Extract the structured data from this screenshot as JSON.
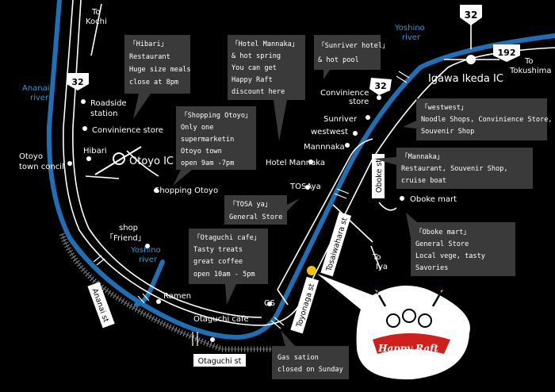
{
  "rivers": {
    "yoshino_top": [
      "Yoshino",
      "river"
    ],
    "ananai": [
      "Ananai",
      "river"
    ],
    "yoshino_mid": [
      "Yoshino",
      "river"
    ]
  },
  "directions": {
    "kochi": [
      "To",
      "Kochi"
    ],
    "tokushima": [
      "To",
      "Tokushima"
    ],
    "iya": [
      "To",
      "Iya"
    ]
  },
  "route_numbers": {
    "r32_top": "32",
    "r192": "192",
    "r32_mid": "32",
    "r32_left": "32"
  },
  "interchanges": {
    "ikeda": "Igawa Ikeda IC",
    "otoyo": "Otoyo IC"
  },
  "places": {
    "roadside_station": [
      "Roadside",
      "station"
    ],
    "convenience_left": "Convinience store",
    "hibari": "Hibari",
    "otoyo_council": [
      "Otoyo",
      "town concil"
    ],
    "shopping_otoyo": "Shopping Otoyo",
    "hotel_mannaka": "Hotel Mannaka",
    "convenience_right": [
      "Convinience",
      "store"
    ],
    "sunriver": "Sunriver",
    "westwest": "westwest",
    "mannaka": "Mannnaka",
    "tosaya": "TOSAya",
    "oboke_mart": "Oboke mart",
    "shop_friend": [
      "shop",
      "「Friend」"
    ],
    "ramen": "Ramen",
    "otaguchi_cafe": "Otaguchi cafe",
    "gs": "GS"
  },
  "streets": {
    "oboke": "Oboke st",
    "tosaiwahara": "Tosaiwahara st",
    "toyonaga": "Toyonaga st",
    "ananai": "Ananai st",
    "otaguchi": "Otaguchi st"
  },
  "info_boxes": {
    "hibari": [
      "「Hibari」",
      "Restaurant",
      "Huge size meals",
      "close at 8pm"
    ],
    "hotel_mannaka": [
      "「Hotel Mannaka」",
      "& hot spring",
      "You can get",
      "Happy Raft",
      "discount here"
    ],
    "sunriver": [
      "「Sunriver hotel」",
      "& hot pool"
    ],
    "westwest": [
      "「westwest」",
      "Noodle Shops, Convinience Store,",
      "Souvenir Shop"
    ],
    "shopping_otoyo": [
      "「Shopping Otoyo」",
      "Only one",
      "supermarketin",
      "Otoyo town",
      "open 9am -7pm"
    ],
    "mannaka": [
      "「Mannaka」",
      "Restaurant, Souvenir Shop,",
      "cruise boat"
    ],
    "tosaya": [
      "「TOSA ya」",
      "General Store"
    ],
    "oboke_mart": [
      "「Oboke mart」",
      "General Store",
      "Local vege, tasty",
      "Savories"
    ],
    "otaguchi": [
      "「Otaguchi cafe」",
      "Tasty treats",
      "great coffee",
      "open 10am - 5pm"
    ],
    "gas": [
      "Gas sation",
      "closed on Sunday"
    ]
  },
  "logo_text": "Happy Raft",
  "colors": {
    "background": "#000000",
    "river": "#1e6fb3",
    "river_label": "#2a9ad6",
    "box": "#3a3a3a",
    "marker": "#f2c200"
  }
}
